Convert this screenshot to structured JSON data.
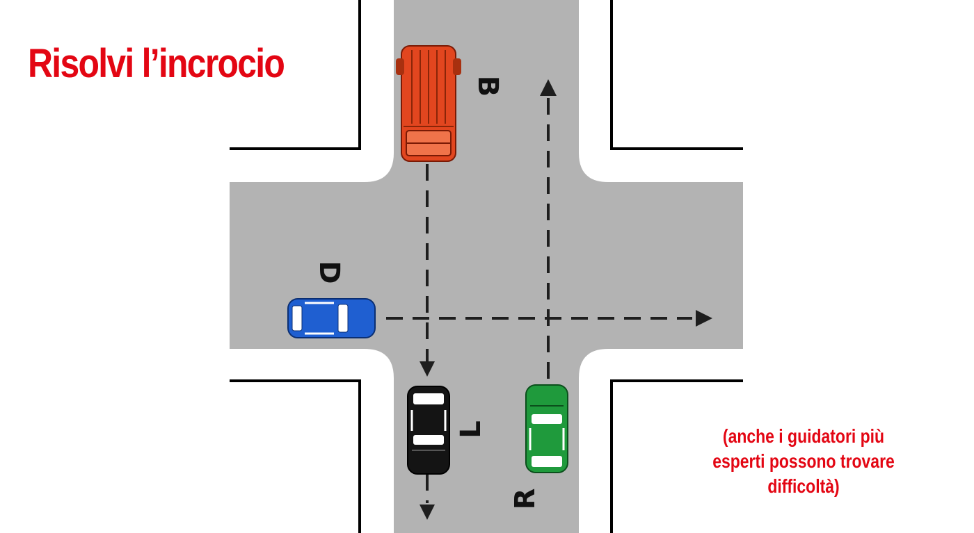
{
  "title": "Risolvi l’incrocio",
  "note": {
    "lines": [
      "(anche i guidatori più",
      "esperti possono trovare",
      "difficoltà)"
    ]
  },
  "vehicles": [
    {
      "label": "B",
      "color": "#e2461f",
      "direction": "southbound"
    },
    {
      "label": "D",
      "color": "#1f5fd1",
      "direction": "eastbound"
    },
    {
      "label": "L",
      "color": "#141414",
      "direction": "southbound"
    },
    {
      "label": "R",
      "color": "#1f9a3c",
      "direction": "northbound"
    }
  ],
  "colors": {
    "title": "#e30613",
    "note": "#e30613",
    "road": "#b3b3b3",
    "curb": "#000000",
    "path": "#1e1e1e"
  }
}
